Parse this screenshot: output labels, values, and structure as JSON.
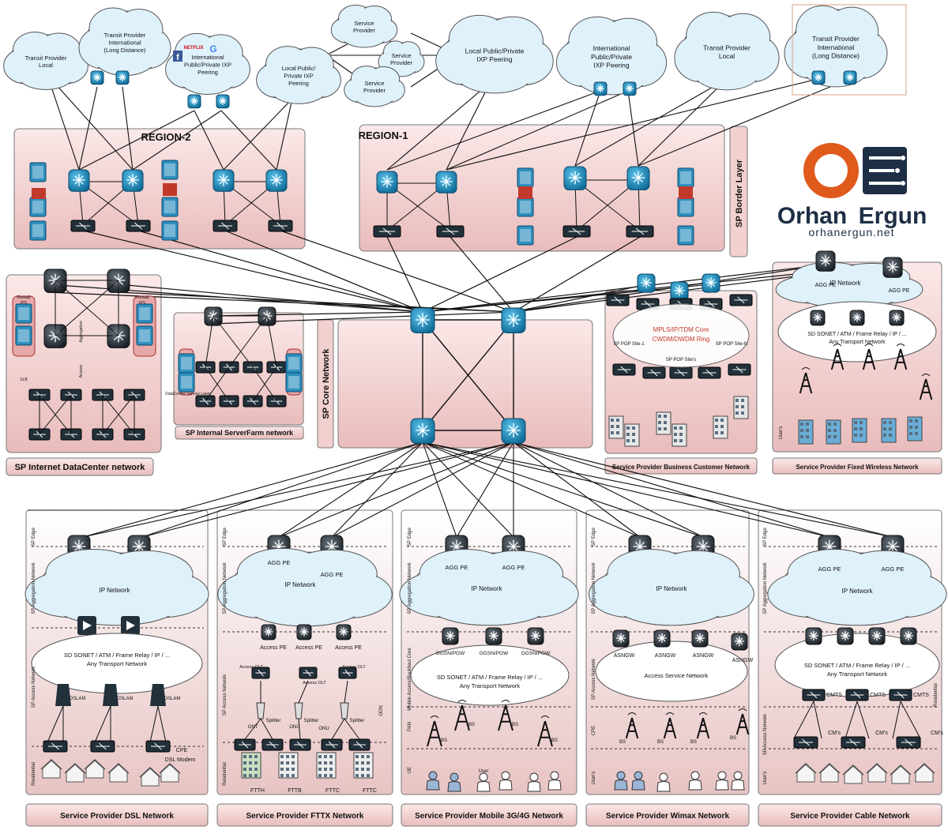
{
  "clouds": {
    "transit_local_left": [
      "Transit Provider",
      "Local"
    ],
    "transit_intl_left": [
      "Transit Provider",
      "International",
      "(Long Distance)"
    ],
    "intl_ixp_left": [
      "International",
      "Public/Private IXP",
      "Peering"
    ],
    "local_ixp_left": [
      "Local Public/",
      "Private IXP",
      "Peering"
    ],
    "sp1": [
      "Service",
      "Provider"
    ],
    "sp2": [
      "Service",
      "Provider"
    ],
    "sp3": [
      "Service",
      "Provider"
    ],
    "local_ixp_right": [
      "Local Public/Private",
      "IXP Peering"
    ],
    "intl_ixp_right": [
      "International",
      "Public/Private",
      "IXP Peering"
    ],
    "transit_local_right": [
      "Transit Provider",
      "Local"
    ],
    "transit_intl_right": [
      "Transit Provider",
      "International",
      "(Long Distance)"
    ]
  },
  "logos": {
    "netflix": "NETFLIX",
    "google": "G",
    "facebook": "f"
  },
  "regions": {
    "region2": "REGION-2",
    "region1": "REGION-1",
    "border_layer": "SP Border Layer"
  },
  "brand": {
    "name_a": "Orhan",
    "name_b": "Ergun",
    "url": "orhanergun.net",
    "color": "#e05a1c"
  },
  "core": {
    "label": "SP Core Network"
  },
  "datacenter": {
    "title": "SP Internet DataCenter network",
    "serverfarm": "SP Internal ServerFarm network",
    "firewall": "Firewall",
    "ips": "IPS",
    "slb": "SLB",
    "agg": "Aggregation",
    "access": "Access",
    "dc_service": "DataCenter Service Layer"
  },
  "business": {
    "title": "Service Provider Business Customer Network",
    "ring1": "MPLS/IP/TDM Core",
    "ring2": "CWDM/DWDM Ring",
    "site1": "SP POP Site-1",
    "siten": "SP POP Site-N",
    "sites": "SP POP Site's"
  },
  "fixed_wireless": {
    "title": "Service Provider Fixed Wireless Network",
    "ip_network": "IP Network",
    "agg_pe1": "AGG PE",
    "agg_pe2": "AGG PE",
    "transport1": "SD SONET / ATM / Frame Relay / IP / ...",
    "transport2": "Any Transport Network",
    "users": "User's"
  },
  "bottom": {
    "dsl": {
      "title": "Service Provider DSL Network",
      "ip_network": "IP Network",
      "transport1": "SD SONET / ATM / Frame Relay / IP / ...",
      "transport2": "Any Transport Network",
      "dslam": [
        "DSLAM",
        "DSLAM",
        "DSLAM"
      ],
      "cpe": "CPE",
      "modem": "DSL Modem",
      "residential": "Residential",
      "sp_edge": "SP Edge",
      "sp_agg": "SP Aggregation Network",
      "sp_access": "SP Access Network"
    },
    "fttx": {
      "title": "Service Provider FTTX Network",
      "ip_network": "IP Network",
      "agg_pe": [
        "AGG PE",
        "AGG PE"
      ],
      "access_pe": [
        "Access PE",
        "Access PE",
        "Access PE"
      ],
      "olt": [
        "Access OLT",
        "Access OLT",
        "Access OLT"
      ],
      "splitter": [
        "Splitter",
        "Splitter",
        "Splitter"
      ],
      "ont": "ONT",
      "onu": [
        "ONU",
        "ONU"
      ],
      "odn": "ODN",
      "ftt": [
        "FTTH",
        "FTTB",
        "FTTC",
        "FTTC"
      ],
      "residential": "Residential",
      "sp_edge": "SP Edge",
      "sp_agg": "SP Aggregation Network",
      "sp_access": "SP Access Network"
    },
    "mobile": {
      "title": "Service Provider Mobile 3G/4G  Network",
      "ip_network": "IP Network",
      "agg_pe": [
        "AGG PE",
        "AGG PE"
      ],
      "ggsn": [
        "GGSN/PGW",
        "GGSN/PGW",
        "GGSN/PGW"
      ],
      "transport1": "SD SONET / ATM / Frame Relay / IP / ...",
      "transport2": "Any Transport Network",
      "bs": [
        "BS",
        "BS",
        "BS",
        "BS"
      ],
      "pan": "PAN",
      "ue": "UE",
      "user": "User",
      "sp_edge": "SP Edge",
      "sp_agg": "SP Aggregation Network",
      "mobile_access": "Mobile Access/Backhaul Core"
    },
    "wimax": {
      "title": "Service Provider Wimax Network",
      "ip_network": "IP Network",
      "asngw": [
        "ASNGW",
        "ASNGW",
        "ASNGW",
        "ASNGW"
      ],
      "access_service": "Access Service Network",
      "bs": [
        "BS",
        "BS",
        "BS",
        "BS"
      ],
      "cpe": "CPE",
      "users": "User's",
      "sp_edge": "SP Edge",
      "sp_agg": "SP Aggregation Network",
      "sp_access": "SP Access Network"
    },
    "cable": {
      "title": "Service Provider Cable Network",
      "ip_network": "IP Network",
      "agg_pe": [
        "AGG PE",
        "AGG PE"
      ],
      "transport1": "SD SONET / ATM / Frame Relay / IP / ...",
      "transport2": "Any Transport Network",
      "cmts": [
        "CMTS",
        "CMTS",
        "CMTS"
      ],
      "cms": [
        "CM's",
        "CM's",
        "CM's"
      ],
      "residential": "Residential",
      "users": "User's",
      "sp_edge": "SP Edge",
      "sp_agg": "SP Aggregation Network",
      "sp_access": "SP Access Network"
    }
  },
  "colors": {
    "router": "#1c8fc0",
    "router_dark": "#0d5a82",
    "panel": "#f6dada",
    "switch": "#23303a"
  }
}
